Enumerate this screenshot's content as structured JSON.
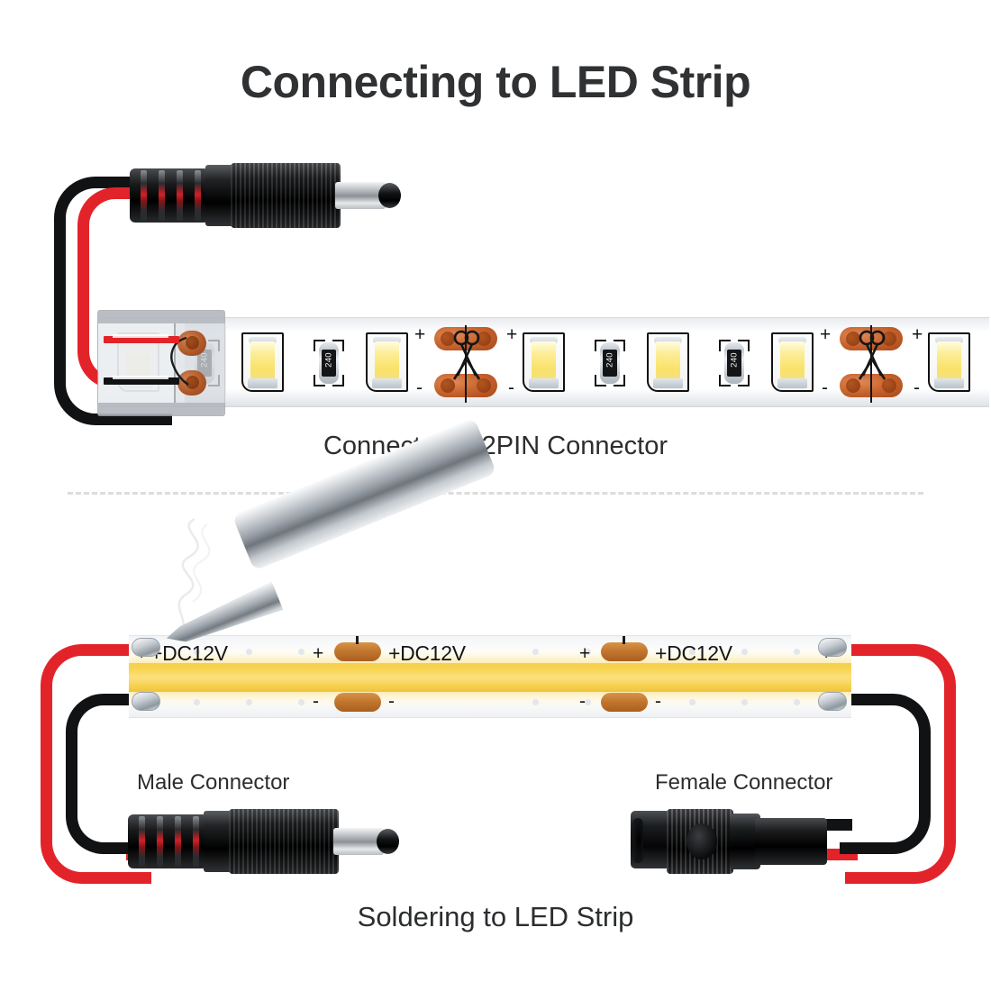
{
  "page": {
    "title": "Connecting to LED Strip",
    "background_color": "#ffffff",
    "title_color": "#2f3133"
  },
  "sections": [
    {
      "id": "top",
      "caption": "Connect with 2PIN Connector",
      "strip_type": "SMD LED strip",
      "connector_type": "2PIN solderless clip connector",
      "polarity_marks": [
        "+",
        "-"
      ],
      "resistor_code": "240",
      "wires": [
        {
          "name": "positive-wire",
          "color": "#e2242a",
          "label": "red"
        },
        {
          "name": "negative-wire",
          "color": "#111214",
          "label": "black"
        }
      ]
    },
    {
      "id": "bottom",
      "caption": "Soldering to LED Strip",
      "strip_type": "COB LED strip",
      "left_label": "Male Connector",
      "right_label": "Female Connector",
      "voltage_labels": [
        "+DC12V",
        "+DC12V",
        "+DC12V"
      ],
      "polarity_marks": [
        "+",
        "-"
      ],
      "tool": "soldering-iron",
      "wires": [
        {
          "name": "positive-wire",
          "color": "#e2242a",
          "label": "red"
        },
        {
          "name": "negative-wire",
          "color": "#111214",
          "label": "black"
        }
      ]
    }
  ],
  "colors": {
    "led_yellow": "#f9e26a",
    "cob_glow": "#f8d44f",
    "copper_pad": "#c2772f",
    "wire_red": "#e2242a",
    "wire_black": "#111214",
    "divider": "#dcdcdc"
  },
  "divider": {
    "style": "dashed"
  }
}
